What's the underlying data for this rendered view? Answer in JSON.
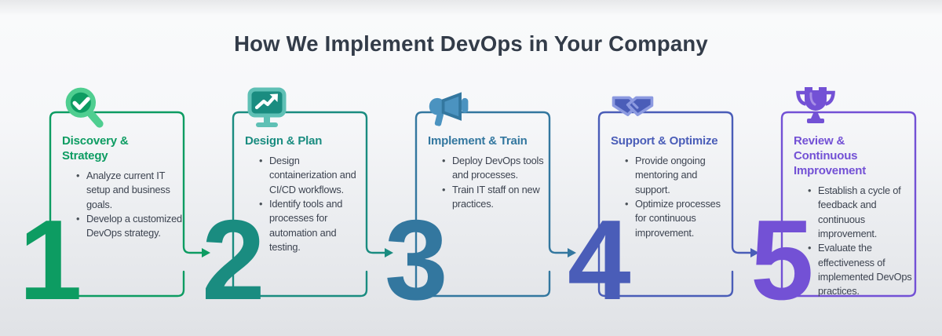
{
  "title": "How We Implement DevOps in Your Company",
  "title_color": "#333c49",
  "body_text_color": "#3c4350",
  "steps": [
    {
      "number": "1",
      "icon": "magnifier-check-icon",
      "title": "Discovery & Strategy",
      "bullets": [
        "Analyze current IT setup and business goals.",
        "Develop a customized DevOps strategy."
      ],
      "color": "#0d9c62",
      "color_light": "#4fce90",
      "has_arrow": true
    },
    {
      "number": "2",
      "icon": "monitor-chart-icon",
      "title": "Design & Plan",
      "bullets": [
        "Design containerization and CI/CD workflows.",
        "Identify tools and processes for automation and testing."
      ],
      "color": "#1a8c80",
      "color_light": "#5fc0b5",
      "has_arrow": true
    },
    {
      "number": "3",
      "icon": "megaphone-icon",
      "title": "Implement & Train",
      "bullets": [
        "Deploy DevOps tools and processes.",
        "Train IT staff on new practices."
      ],
      "color": "#33779f",
      "color_light": "#4b93c0",
      "has_arrow": true
    },
    {
      "number": "4",
      "icon": "handshake-icon",
      "title": "Support & Optimize",
      "bullets": [
        "Provide ongoing mentoring and support.",
        "Optimize processes for continuous improvement."
      ],
      "color": "#4a5db8",
      "color_light": "#8c9ae0",
      "has_arrow": true
    },
    {
      "number": "5",
      "icon": "trophy-icon",
      "title": "Review & Continuous Improvement",
      "bullets": [
        "Establish a cycle of feedback and continuous improvement.",
        "Evaluate the effectiveness of implemented DevOps practices."
      ],
      "color": "#7351d5",
      "color_light": "#a88fe6",
      "has_arrow": false
    }
  ]
}
